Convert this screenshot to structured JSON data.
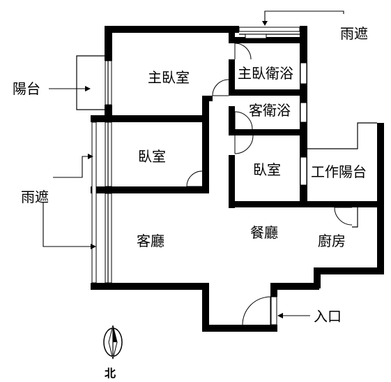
{
  "labels": {
    "master_bedroom": "主臥室",
    "master_bath": "主臥衛浴",
    "guest_bath": "客衛浴",
    "bedroom_left": "臥室",
    "bedroom_center": "臥室",
    "work_balcony": "工作陽台",
    "living_room": "客廳",
    "dining_room": "餐廳",
    "kitchen": "廚房",
    "balcony": "陽台",
    "rain_shelter_top": "雨遮",
    "rain_shelter_left": "雨遮",
    "entrance": "入口",
    "north": "北"
  },
  "colors": {
    "wall": "#000000",
    "background": "#ffffff"
  }
}
